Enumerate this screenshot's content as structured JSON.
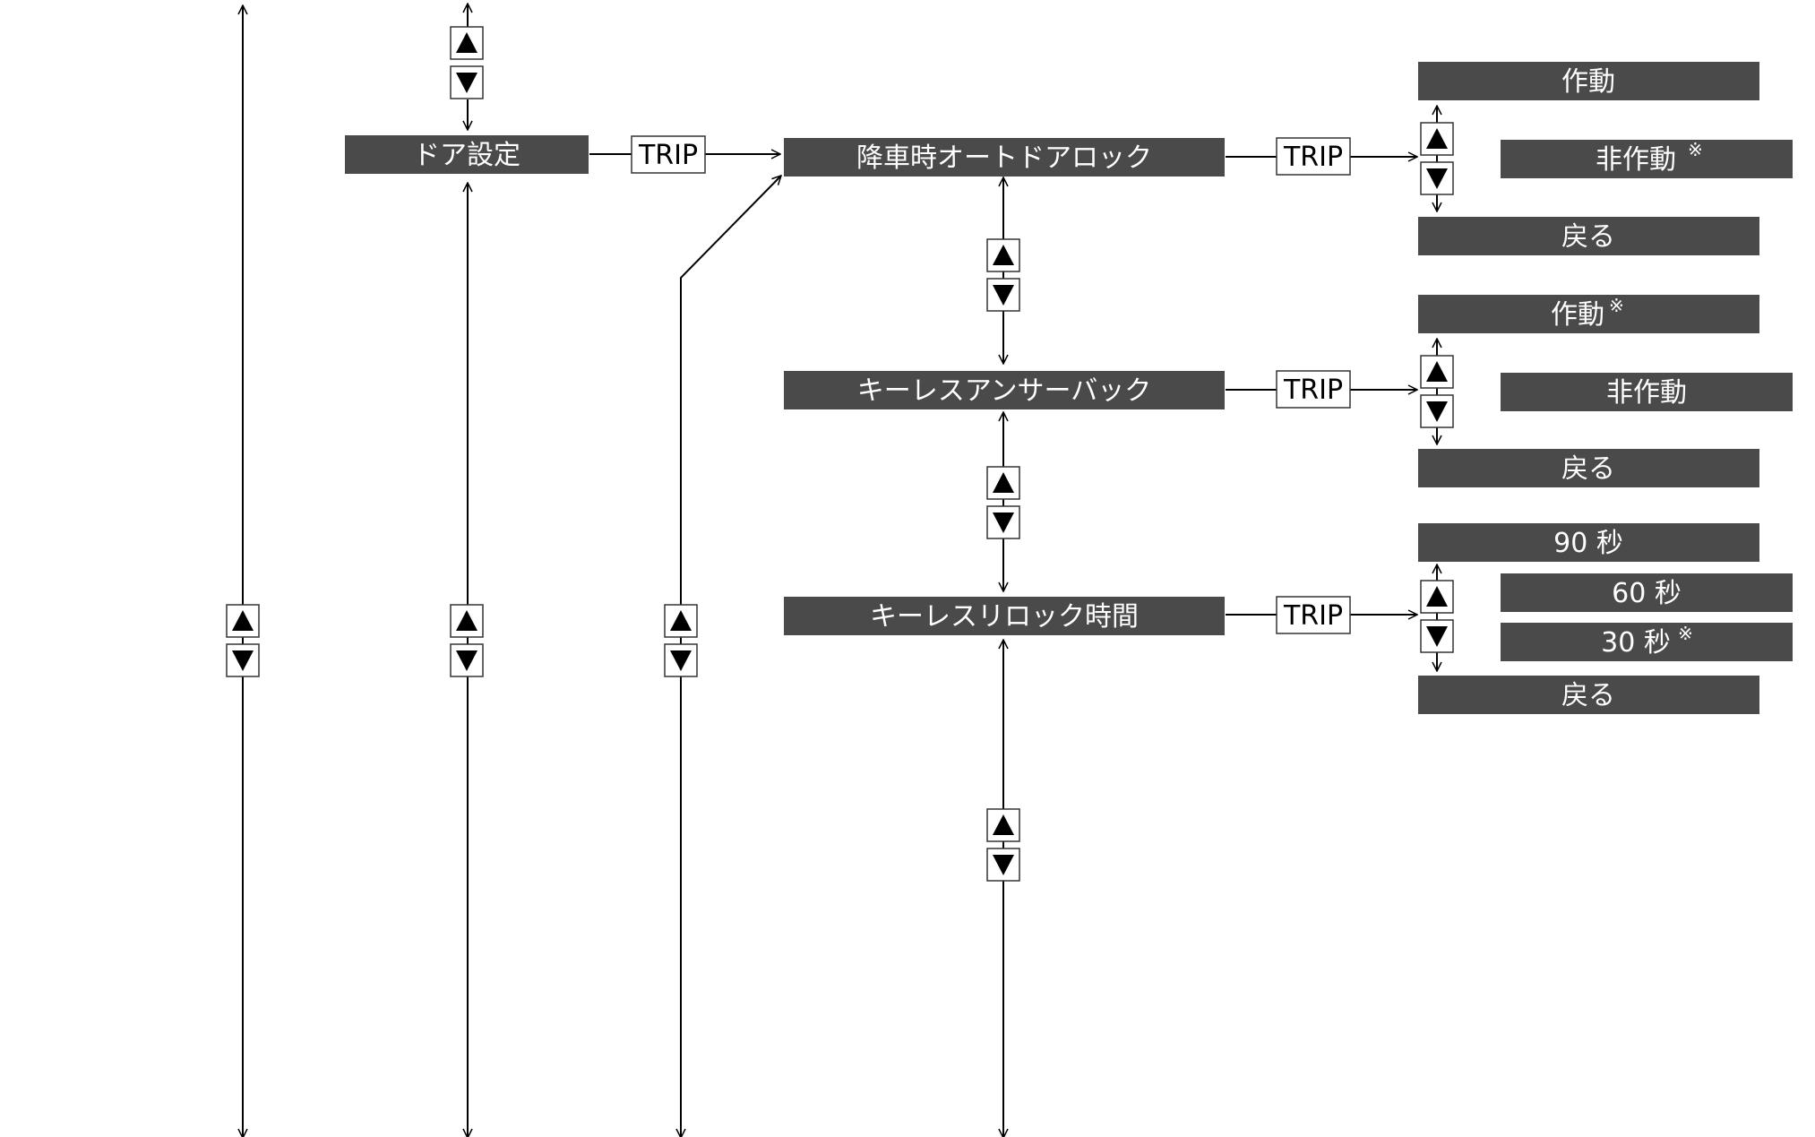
{
  "colors": {
    "box_fill": "#4a4a4a",
    "box_text": "#ffffff",
    "line": "#000000",
    "button_border": "#333333"
  },
  "icons": {
    "up": "up-triangle-icon",
    "down": "down-triangle-icon"
  },
  "menu": {
    "door_settings": "ドア設定",
    "trip_label": "TRIP",
    "auto_door_lock": "降車時オートドアロック",
    "keyless_answerback": "キーレスアンサーバック",
    "keyless_relock_time": "キーレスリロック時間"
  },
  "options": {
    "auto_lock": {
      "on": "作動",
      "off": "非作動",
      "back": "戻る"
    },
    "answerback": {
      "on": "作動",
      "off": "非作動",
      "back": "戻る"
    },
    "relock": {
      "t90": "90 秒",
      "t60": "60 秒",
      "t30": "30 秒",
      "back": "戻る"
    }
  },
  "note_mark": "※"
}
